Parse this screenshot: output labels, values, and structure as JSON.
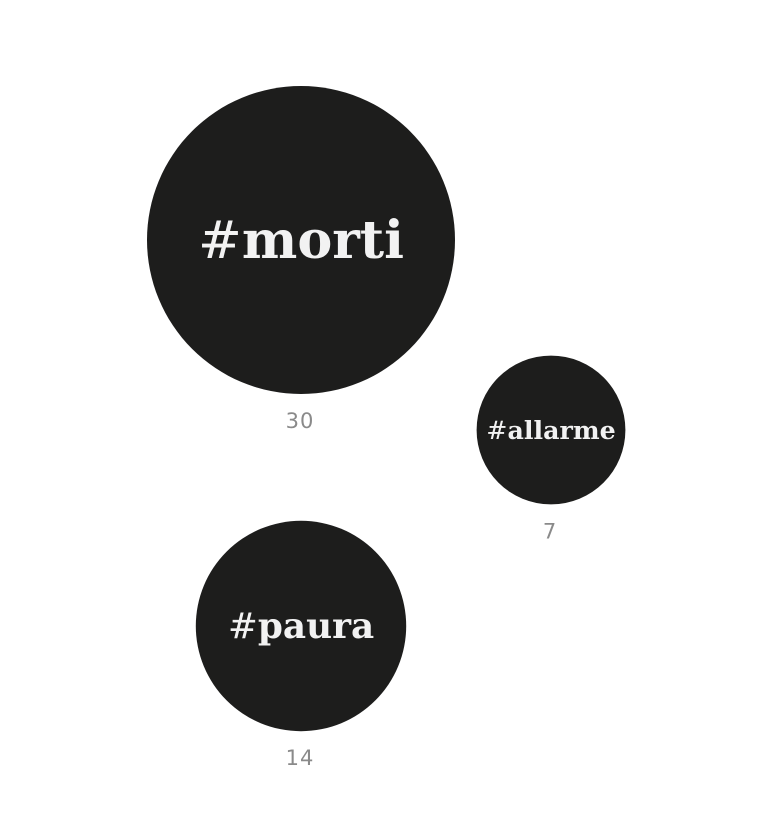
{
  "chart_data": {
    "type": "bubble",
    "bubbles": [
      {
        "prefix": "#",
        "word": "morti",
        "value": 30
      },
      {
        "prefix": "#",
        "word": "allarme",
        "value": 7
      },
      {
        "prefix": "#",
        "word": "paura",
        "value": 14
      }
    ]
  },
  "colors": {
    "bubble_fill": "#1d1d1c",
    "label_text": "#f2f2f2",
    "count_text": "#8a8a8a",
    "background": "#ffffff"
  }
}
